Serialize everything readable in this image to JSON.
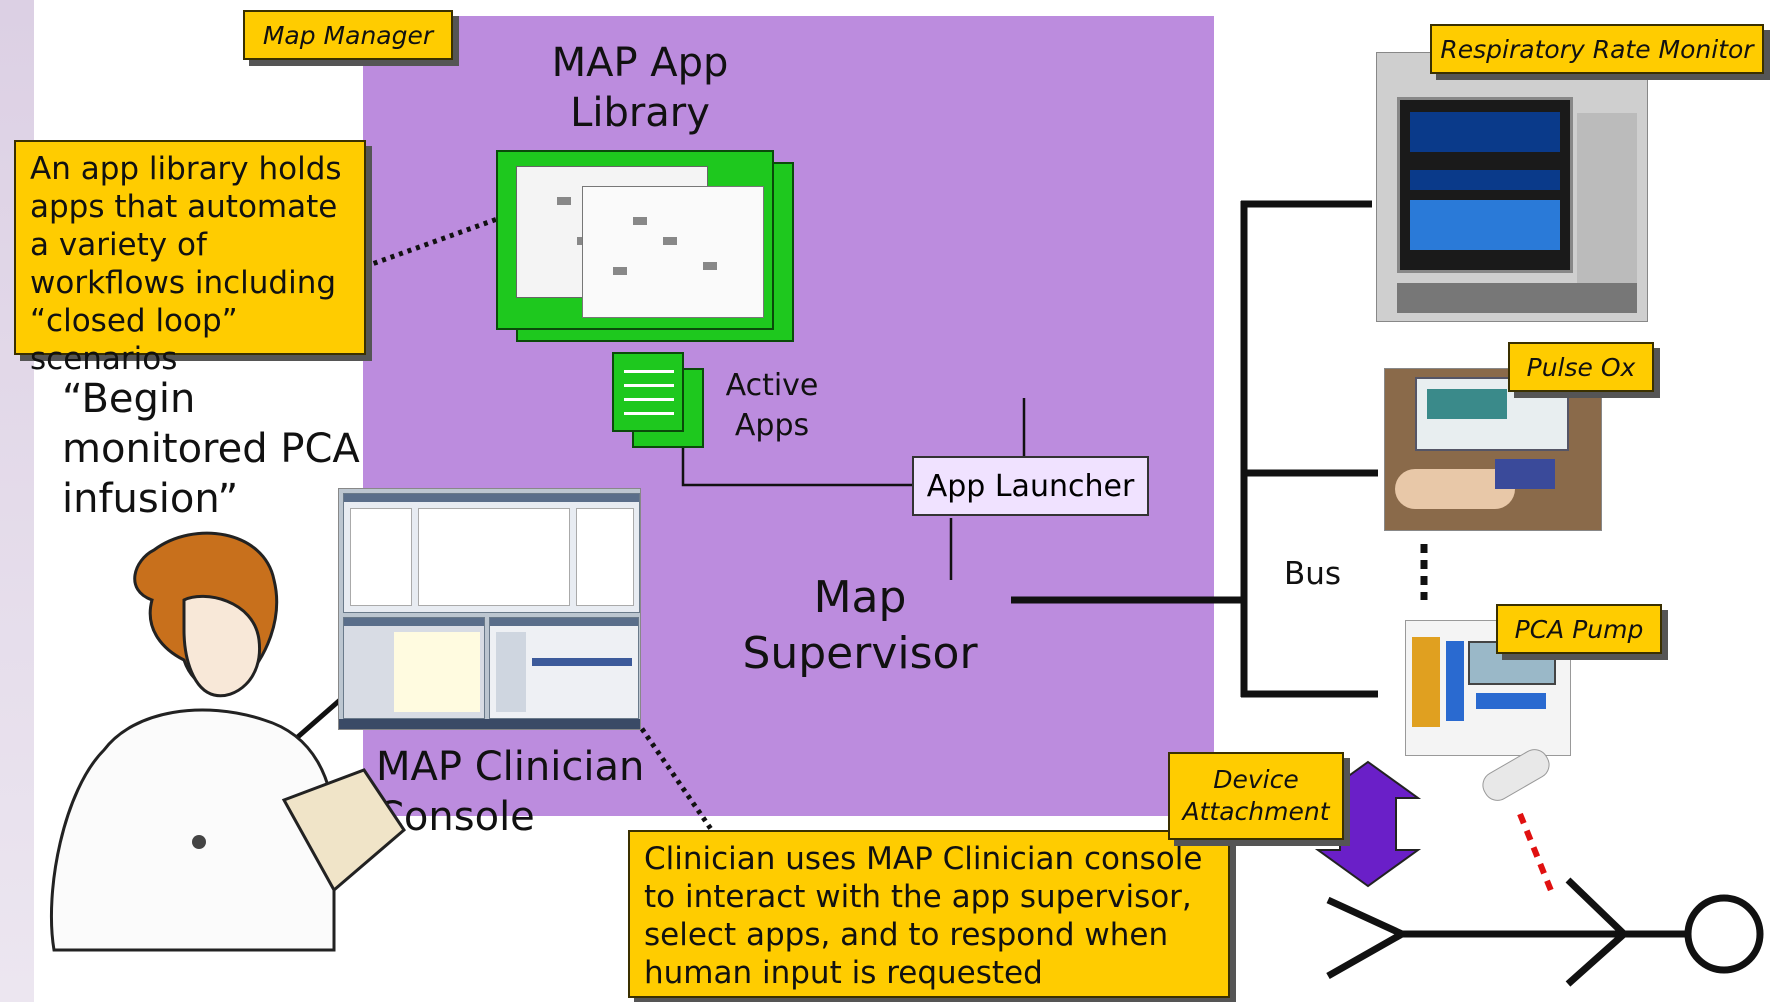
{
  "tags": {
    "map_manager": "Map Manager",
    "respiratory_monitor": "Respiratory Rate Monitor",
    "pulse_ox": "Pulse Ox",
    "pca_pump": "PCA Pump",
    "device_attachment": "Device Attachment"
  },
  "labels": {
    "app_library": "MAP App Library",
    "active_apps": "Active Apps",
    "app_launcher": "App Launcher",
    "map_supervisor": "Map Supervisor",
    "clinician_console": "MAP Clinician Console",
    "bus": "Bus",
    "quote": "“Begin monitored PCA infusion”"
  },
  "notes": {
    "app_library_note": "An app library holds apps that automate a variety of workflows including “closed loop” scenarios",
    "clinician_note": "Clinician uses MAP Clinician console to interact with the app supervisor, select apps, and to respond when human input is requested"
  },
  "colors": {
    "manager_region": "#bc8cde",
    "callout": "#ffcc00",
    "app_green": "#1ec81e",
    "attachment_arrow": "#6a1fc8"
  }
}
